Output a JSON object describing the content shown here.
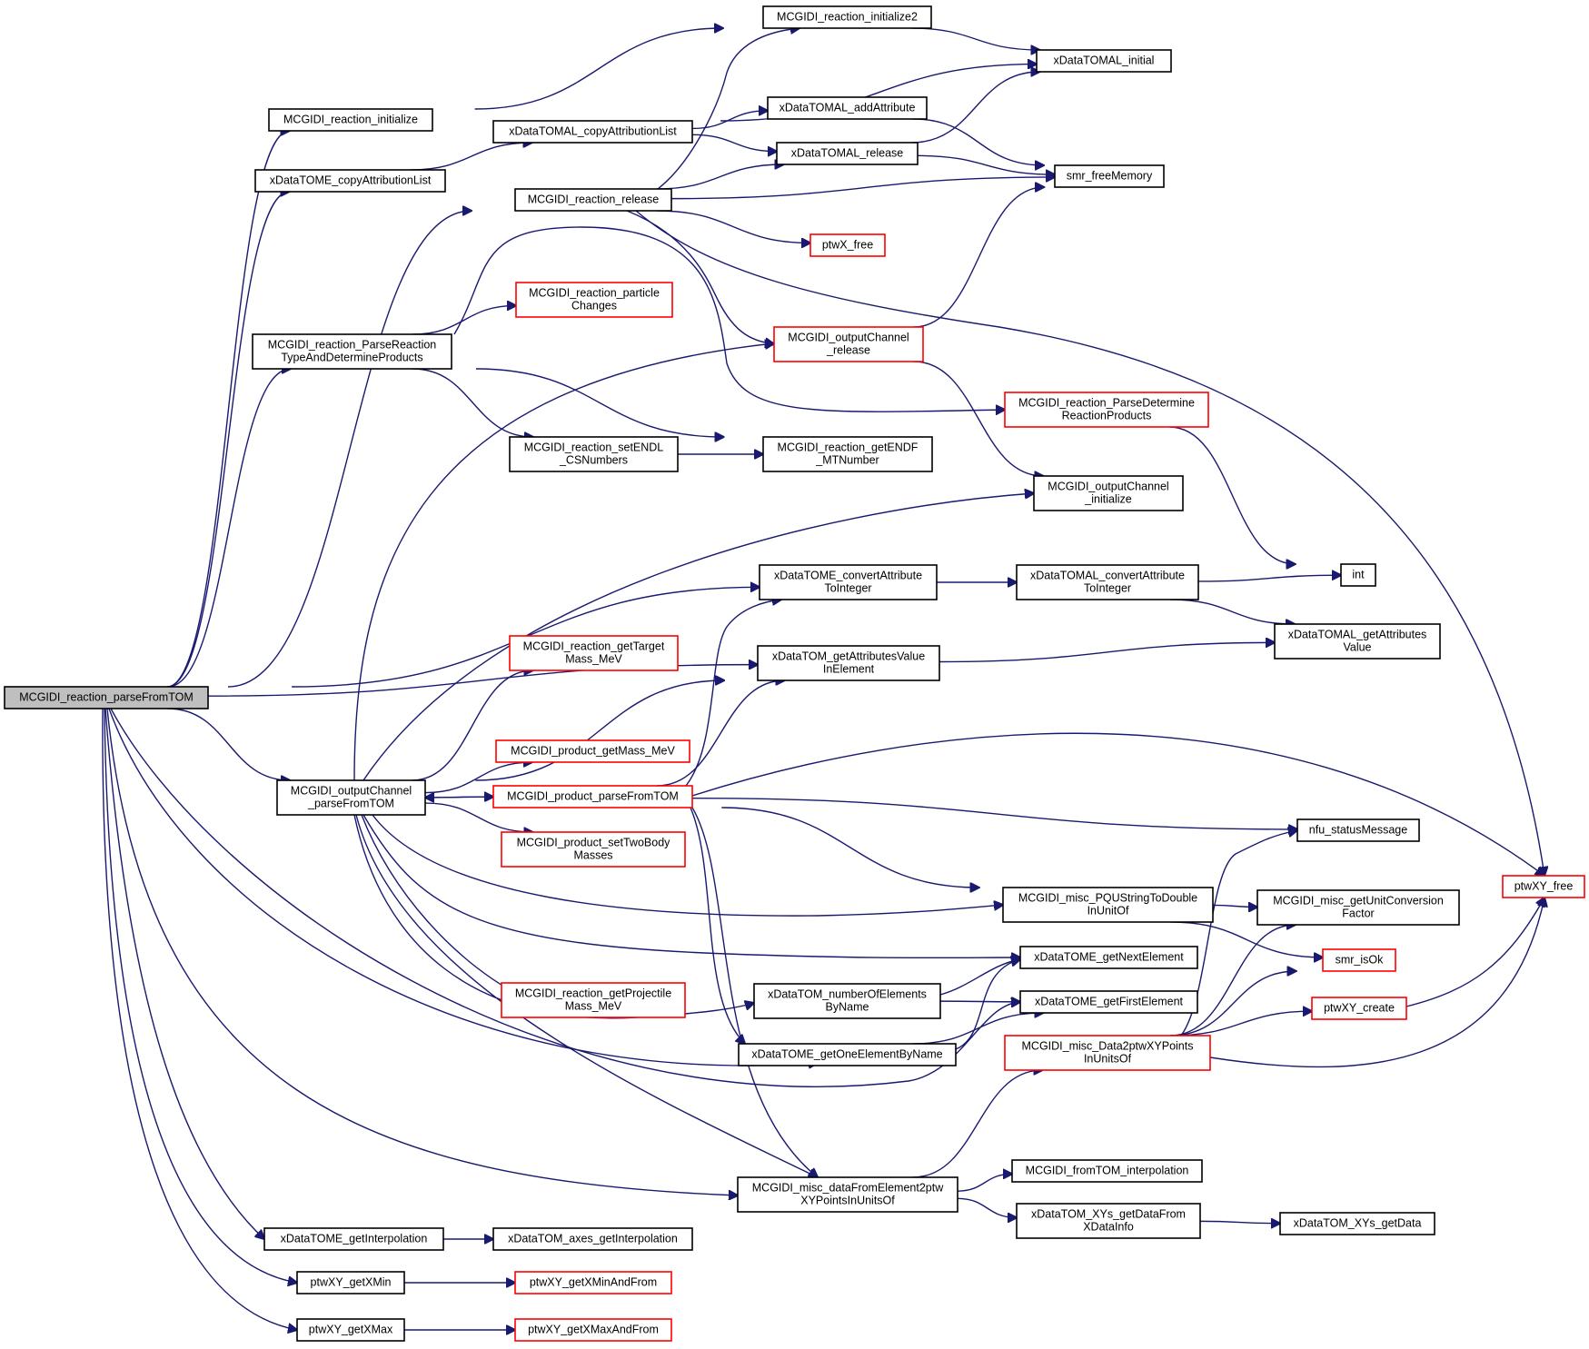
{
  "diagram": {
    "type": "call-graph",
    "colors": {
      "edge": "#191970",
      "border": "#000000",
      "incomplete_border": "#ff0000",
      "root_fill": "#bfbfbf",
      "background": "#ffffff"
    },
    "nodes": [
      {
        "id": "root",
        "label": [
          "MCGIDI_reaction_parseFromTOM"
        ],
        "style": "root"
      },
      {
        "id": "init2",
        "label": [
          "MCGIDI_reaction_initialize2"
        ],
        "style": "normal"
      },
      {
        "id": "initial",
        "label": [
          "xDataTOMAL_initial"
        ],
        "style": "normal"
      },
      {
        "id": "reacinit",
        "label": [
          "MCGIDI_reaction_initialize"
        ],
        "style": "normal"
      },
      {
        "id": "addattr",
        "label": [
          "xDataTOMAL_addAttribute"
        ],
        "style": "normal"
      },
      {
        "id": "copyattrlist",
        "label": [
          "xDataTOMAL_copyAttributionList"
        ],
        "style": "normal"
      },
      {
        "id": "tomalrelease",
        "label": [
          "xDataTOMAL_release"
        ],
        "style": "normal"
      },
      {
        "id": "tomecopy",
        "label": [
          "xDataTOME_copyAttributionList"
        ],
        "style": "normal"
      },
      {
        "id": "smrfree",
        "label": [
          "smr_freeMemory"
        ],
        "style": "normal"
      },
      {
        "id": "reacrelease",
        "label": [
          "MCGIDI_reaction_release"
        ],
        "style": "normal"
      },
      {
        "id": "ptwxfree",
        "label": [
          "ptwX_free"
        ],
        "style": "red"
      },
      {
        "id": "partchanges",
        "label": [
          "MCGIDI_reaction_particle",
          "Changes"
        ],
        "style": "red"
      },
      {
        "id": "parsetype",
        "label": [
          "MCGIDI_reaction_ParseReaction",
          "TypeAndDetermineProducts"
        ],
        "style": "normal"
      },
      {
        "id": "ocrelease",
        "label": [
          "MCGIDI_outputChannel",
          "_release"
        ],
        "style": "red"
      },
      {
        "id": "parsedet",
        "label": [
          "MCGIDI_reaction_ParseDetermine",
          "ReactionProducts"
        ],
        "style": "red"
      },
      {
        "id": "setendl",
        "label": [
          "MCGIDI_reaction_setENDL",
          "_CSNumbers"
        ],
        "style": "normal"
      },
      {
        "id": "getendf",
        "label": [
          "MCGIDI_reaction_getENDF",
          "_MTNumber"
        ],
        "style": "normal"
      },
      {
        "id": "ocinit",
        "label": [
          "MCGIDI_outputChannel",
          "_initialize"
        ],
        "style": "normal"
      },
      {
        "id": "tomeconv",
        "label": [
          "xDataTOME_convertAttribute",
          "ToInteger"
        ],
        "style": "normal"
      },
      {
        "id": "tomalconv",
        "label": [
          "xDataTOMAL_convertAttribute",
          "ToInteger"
        ],
        "style": "normal"
      },
      {
        "id": "int",
        "label": [
          "int"
        ],
        "style": "normal"
      },
      {
        "id": "gettarget",
        "label": [
          "MCGIDI_reaction_getTarget",
          "Mass_MeV"
        ],
        "style": "red"
      },
      {
        "id": "getattrval",
        "label": [
          "xDataTOM_getAttributesValue",
          "InElement"
        ],
        "style": "normal"
      },
      {
        "id": "tomalgetattr",
        "label": [
          "xDataTOMAL_getAttributes",
          "Value"
        ],
        "style": "normal"
      },
      {
        "id": "prodmass",
        "label": [
          "MCGIDI_product_getMass_MeV"
        ],
        "style": "red"
      },
      {
        "id": "ocparse",
        "label": [
          "MCGIDI_outputChannel",
          "_parseFromTOM"
        ],
        "style": "normal"
      },
      {
        "id": "prodparse",
        "label": [
          "MCGIDI_product_parseFromTOM"
        ],
        "style": "red"
      },
      {
        "id": "nfustatus",
        "label": [
          "nfu_statusMessage"
        ],
        "style": "normal"
      },
      {
        "id": "settwobody",
        "label": [
          "MCGIDI_product_setTwoBody",
          "Masses"
        ],
        "style": "red"
      },
      {
        "id": "pqu",
        "label": [
          "MCGIDI_misc_PQUStringToDouble",
          "InUnitOf"
        ],
        "style": "normal"
      },
      {
        "id": "unitconv",
        "label": [
          "MCGIDI_misc_getUnitConversion",
          "Factor"
        ],
        "style": "normal"
      },
      {
        "id": "ptwxyfree",
        "label": [
          "ptwXY_free"
        ],
        "style": "red"
      },
      {
        "id": "getnext",
        "label": [
          "xDataTOME_getNextElement"
        ],
        "style": "normal"
      },
      {
        "id": "smrisok",
        "label": [
          "smr_isOk"
        ],
        "style": "red"
      },
      {
        "id": "getproj",
        "label": [
          "MCGIDI_reaction_getProjectile",
          "Mass_MeV"
        ],
        "style": "red"
      },
      {
        "id": "numelem",
        "label": [
          "xDataTOM_numberOfElements",
          "ByName"
        ],
        "style": "normal"
      },
      {
        "id": "getfirst",
        "label": [
          "xDataTOME_getFirstElement"
        ],
        "style": "normal"
      },
      {
        "id": "ptwxycreate",
        "label": [
          "ptwXY_create"
        ],
        "style": "red"
      },
      {
        "id": "getone",
        "label": [
          "xDataTOME_getOneElementByName"
        ],
        "style": "normal"
      },
      {
        "id": "data2ptw",
        "label": [
          "MCGIDI_misc_Data2ptwXYPoints",
          "InUnitsOf"
        ],
        "style": "red"
      },
      {
        "id": "fromtominterp",
        "label": [
          "MCGIDI_fromTOM_interpolation"
        ],
        "style": "normal"
      },
      {
        "id": "datafromelem",
        "label": [
          "MCGIDI_misc_dataFromElement2ptw",
          "XYPointsInUnitsOf"
        ],
        "style": "normal"
      },
      {
        "id": "xysgetfrom",
        "label": [
          "xDataTOM_XYs_getDataFrom",
          "XDataInfo"
        ],
        "style": "normal"
      },
      {
        "id": "xysgetdata",
        "label": [
          "xDataTOM_XYs_getData"
        ],
        "style": "normal"
      },
      {
        "id": "tomeinterp",
        "label": [
          "xDataTOME_getInterpolation"
        ],
        "style": "normal"
      },
      {
        "id": "axesinterp",
        "label": [
          "xDataTOM_axes_getInterpolation"
        ],
        "style": "normal"
      },
      {
        "id": "getxmin",
        "label": [
          "ptwXY_getXMin"
        ],
        "style": "normal"
      },
      {
        "id": "getxminfrom",
        "label": [
          "ptwXY_getXMinAndFrom"
        ],
        "style": "red"
      },
      {
        "id": "getxmax",
        "label": [
          "ptwXY_getXMax"
        ],
        "style": "normal"
      },
      {
        "id": "getxmaxfrom",
        "label": [
          "ptwXY_getXMaxAndFrom"
        ],
        "style": "red"
      }
    ],
    "edges": [
      [
        "root",
        "reacinit"
      ],
      [
        "root",
        "tomecopy"
      ],
      [
        "root",
        "reacrelease"
      ],
      [
        "root",
        "parsetype"
      ],
      [
        "root",
        "tomeconv"
      ],
      [
        "root",
        "getattrval"
      ],
      [
        "root",
        "ocparse"
      ],
      [
        "root",
        "getone"
      ],
      [
        "root",
        "getfirst"
      ],
      [
        "root",
        "datafromelem"
      ],
      [
        "root",
        "tomeinterp"
      ],
      [
        "root",
        "getxmin"
      ],
      [
        "root",
        "getxmax"
      ],
      [
        "reacinit",
        "init2"
      ],
      [
        "init2",
        "initial"
      ],
      [
        "tomecopy",
        "copyattrlist"
      ],
      [
        "copyattrlist",
        "initial"
      ],
      [
        "copyattrlist",
        "addattr"
      ],
      [
        "copyattrlist",
        "tomalrelease"
      ],
      [
        "addattr",
        "smrfree"
      ],
      [
        "tomalrelease",
        "initial"
      ],
      [
        "tomalrelease",
        "smrfree"
      ],
      [
        "reacrelease",
        "init2"
      ],
      [
        "reacrelease",
        "tomalrelease"
      ],
      [
        "reacrelease",
        "smrfree"
      ],
      [
        "reacrelease",
        "ptwxfree"
      ],
      [
        "reacrelease",
        "ocrelease"
      ],
      [
        "reacrelease",
        "ptwxyfree"
      ],
      [
        "ocrelease",
        "smrfree"
      ],
      [
        "ocrelease",
        "ocinit"
      ],
      [
        "parsetype",
        "partchanges"
      ],
      [
        "parsetype",
        "parsedet"
      ],
      [
        "parsetype",
        "setendl"
      ],
      [
        "parsetype",
        "getendf"
      ],
      [
        "setendl",
        "getendf"
      ],
      [
        "parsedet",
        "int"
      ],
      [
        "tomeconv",
        "tomalconv"
      ],
      [
        "tomalconv",
        "int"
      ],
      [
        "tomalconv",
        "tomalgetattr"
      ],
      [
        "getattrval",
        "tomalgetattr"
      ],
      [
        "ocparse",
        "ocrelease"
      ],
      [
        "ocparse",
        "ocinit"
      ],
      [
        "ocparse",
        "gettarget"
      ],
      [
        "ocparse",
        "getattrval"
      ],
      [
        "ocparse",
        "prodmass"
      ],
      [
        "ocparse",
        "prodparse"
      ],
      [
        "ocparse",
        "settwobody"
      ],
      [
        "ocparse",
        "pqu"
      ],
      [
        "ocparse",
        "getnext"
      ],
      [
        "ocparse",
        "getproj"
      ],
      [
        "ocparse",
        "numelem"
      ],
      [
        "ocparse",
        "datafromelem"
      ],
      [
        "prodparse",
        "ocparse"
      ],
      [
        "prodparse",
        "tomeconv"
      ],
      [
        "prodparse",
        "getattrval"
      ],
      [
        "prodparse",
        "nfustatus"
      ],
      [
        "prodparse",
        "pqu"
      ],
      [
        "prodparse",
        "ptwxyfree"
      ],
      [
        "prodparse",
        "getone"
      ],
      [
        "prodparse",
        "datafromelem"
      ],
      [
        "pqu",
        "unitconv"
      ],
      [
        "pqu",
        "smrisok"
      ],
      [
        "numelem",
        "getnext"
      ],
      [
        "numelem",
        "getfirst"
      ],
      [
        "getone",
        "getnext"
      ],
      [
        "getone",
        "getfirst"
      ],
      [
        "data2ptw",
        "nfustatus"
      ],
      [
        "data2ptw",
        "unitconv"
      ],
      [
        "data2ptw",
        "smrisok"
      ],
      [
        "data2ptw",
        "ptwxycreate"
      ],
      [
        "data2ptw",
        "ptwxyfree"
      ],
      [
        "ptwxycreate",
        "ptwxyfree"
      ],
      [
        "datafromelem",
        "data2ptw"
      ],
      [
        "datafromelem",
        "fromtominterp"
      ],
      [
        "datafromelem",
        "xysgetfrom"
      ],
      [
        "xysgetfrom",
        "xysgetdata"
      ],
      [
        "tomeinterp",
        "axesinterp"
      ],
      [
        "getxmin",
        "getxminfrom"
      ],
      [
        "getxmax",
        "getxmaxfrom"
      ]
    ]
  }
}
